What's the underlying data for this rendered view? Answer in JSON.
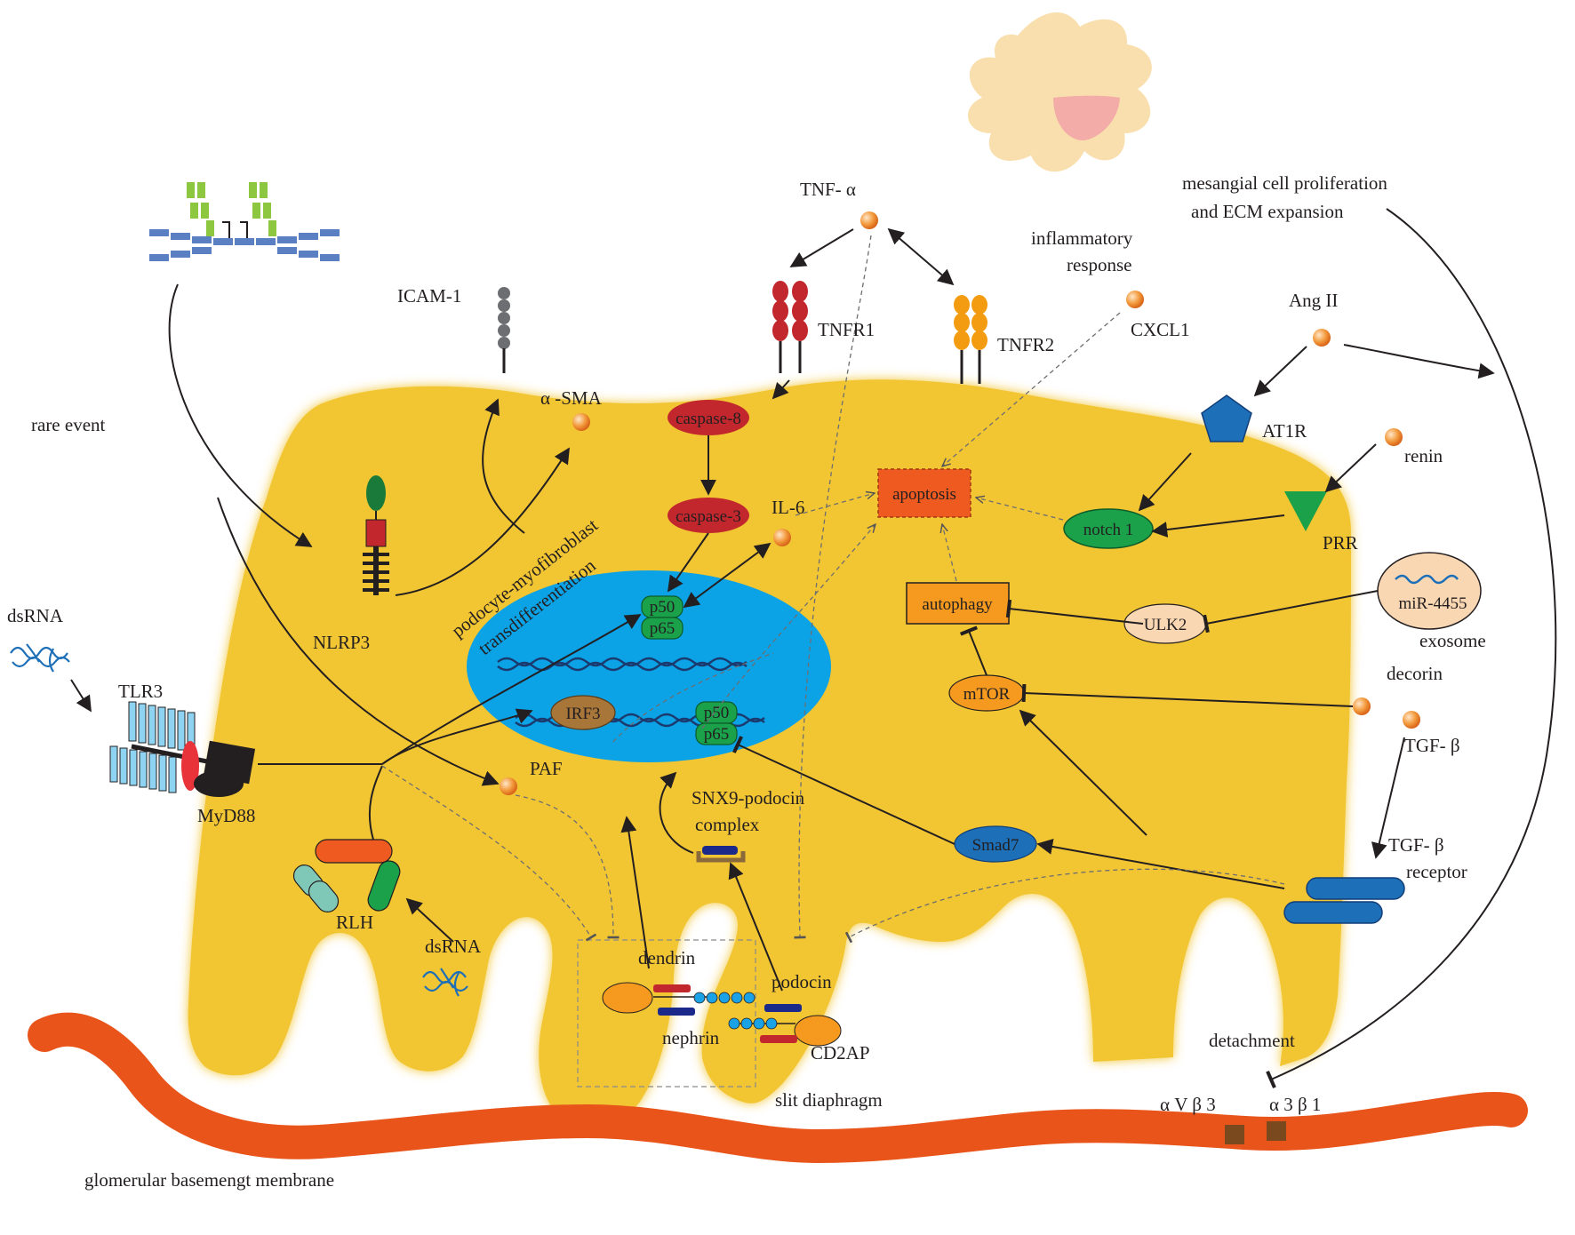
{
  "labels": {
    "tnf_alpha": "TNF- α",
    "mesangial_line1": "mesangial cell proliferation",
    "mesangial_line2": "and ECM expansion",
    "inflammatory_line1": "inflammatory",
    "inflammatory_line2": "response",
    "icam1": "ICAM-1",
    "tnfr1": "TNFR1",
    "tnfr2": "TNFR2",
    "cxcl1": "CXCL1",
    "ang2": "Ang II",
    "at1r": "AT1R",
    "renin": "renin",
    "prr": "PRR",
    "alpha_sma": "α -SMA",
    "rare_event": "rare event",
    "caspase8": "caspase-8",
    "caspase3": "caspase-3",
    "il6": "IL-6",
    "apoptosis": "apoptosis",
    "notch1": "notch 1",
    "autophagy": "autophagy",
    "ulk2": "ULK2",
    "mir4455": "miR-4455",
    "exosome": "exosome",
    "decorin": "decorin",
    "mtor": "mTOR",
    "tgf_beta": "TGF- β",
    "tgf_receptor_line1": "TGF- β",
    "tgf_receptor_line2": "receptor",
    "smad7": "Smad7",
    "nlrp3": "NLRP3",
    "pmt_line1": "podocyte-myofibroblast",
    "pmt_line2": "transdifferentiation",
    "dsrna_top": "dsRNA",
    "tlr3": "TLR3",
    "myd88": "MyD88",
    "p50_a": "p50",
    "p65_a": "p65",
    "p50_b": "p50",
    "p65_b": "p65",
    "irf3": "IRF3",
    "paf": "PAF",
    "snx9_line1": "SNX9-podocin",
    "snx9_line2": "complex",
    "rlh": "RLH",
    "dsrna_bottom": "dsRNA",
    "dendrin": "dendrin",
    "podocin": "podocin",
    "nephrin": "nephrin",
    "cd2ap": "CD2AP",
    "slit_diaphragm": "slit diaphragm",
    "detachment": "detachment",
    "avb3": "α V β 3",
    "a3b1": "α 3 β 1",
    "gbm": "glomerular basemengt membrane"
  },
  "colors": {
    "cell_fill": "#f2c530",
    "nucleus_fill": "#0ba2e6",
    "membrane": "#e8541a",
    "ligand": "#f08a24",
    "caspase": "#d7263d",
    "apoptosis": "#ee5a1f",
    "notch": "#1aa14a",
    "autophagy": "#f59a1e",
    "mtor": "#f59a1e",
    "ulk2": "#f9d7b2",
    "smad7": "#1d6fb8",
    "irf3": "#a9763a",
    "tgf_receptor": "#1d6fb8",
    "at1r": "#1d6fb8",
    "prr": "#1aa14a"
  }
}
